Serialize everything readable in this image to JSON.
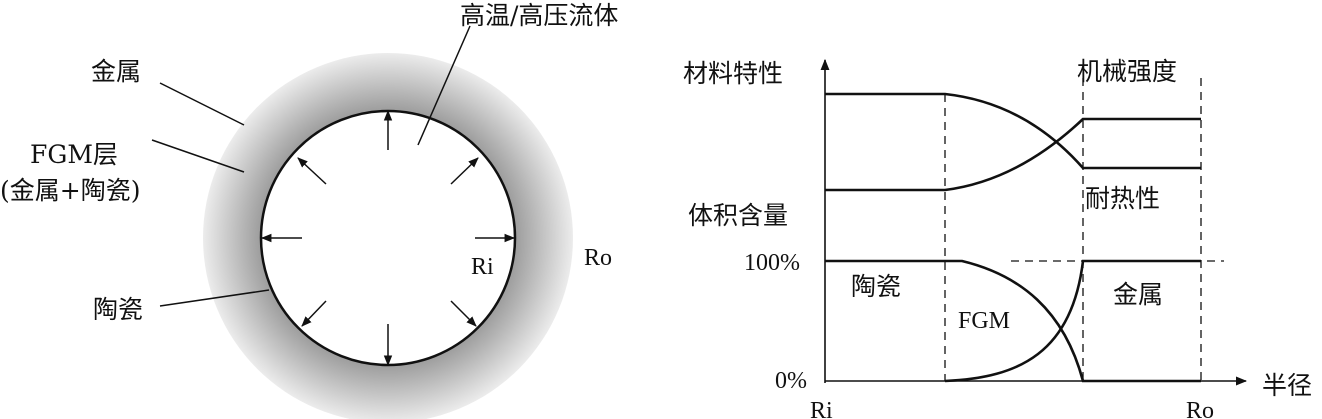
{
  "left_diagram": {
    "fluid_label": "高温/高压流体",
    "metal_label": "金属",
    "fgm_label_line1": "FGM层",
    "fgm_label_line2": "(金属+陶瓷)",
    "ceramic_label": "陶瓷",
    "ri_label": "Ri",
    "ro_label": "Ro",
    "colors": {
      "outer_gray": "#8c8c8c",
      "outer_light": "#ececec",
      "inner": "#ffffff",
      "stroke": "#111111"
    }
  },
  "right_diagram": {
    "top": {
      "ylabel": "材料特性",
      "strength_label": "机械强度",
      "heat_label": "耐热性"
    },
    "bottom": {
      "ylabel": "体积含量",
      "tick_100": "100%",
      "tick_0": "0%",
      "ceramic_label": "陶瓷",
      "fgm_label": "FGM",
      "metal_label": "金属",
      "x_start": "Ri",
      "x_end": "Ro",
      "xlabel": "半径"
    }
  }
}
